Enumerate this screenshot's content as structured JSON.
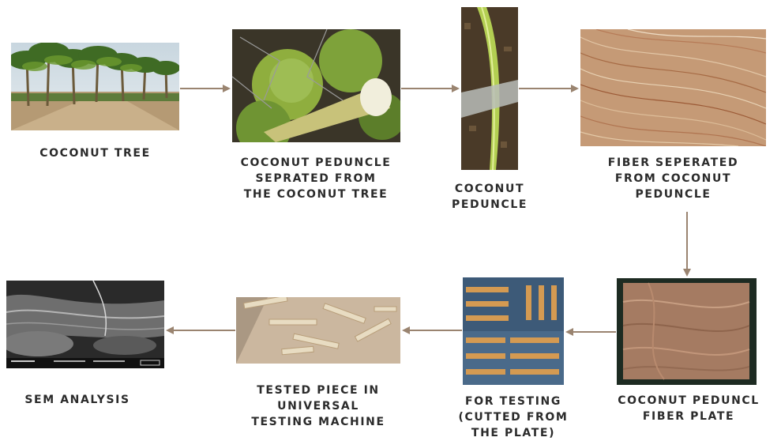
{
  "steps": [
    {
      "id": "coconut-tree",
      "lines": [
        "COCONUT TREE"
      ]
    },
    {
      "id": "peduncle-separated",
      "lines": [
        "COCONUT PEDUNCLE",
        "SEPRATED FROM",
        "THE COCONUT TREE"
      ]
    },
    {
      "id": "coconut-peduncle",
      "lines": [
        "COCONUT",
        "PEDUNCLE"
      ]
    },
    {
      "id": "fiber-separated",
      "lines": [
        "FIBER SEPERATED",
        "FROM COCONUT",
        "PEDUNCLE"
      ]
    },
    {
      "id": "fiber-plate",
      "lines": [
        "COCONUT PEDUNCL",
        "FIBER PLATE"
      ]
    },
    {
      "id": "for-testing",
      "lines": [
        "FOR TESTING",
        "(CUTTED FROM",
        "THE PLATE)"
      ]
    },
    {
      "id": "tested-piece",
      "lines": [
        "TESTED PIECE IN",
        "UNIVERSAL",
        "TESTING MACHINE"
      ]
    },
    {
      "id": "sem-analysis",
      "lines": [
        "SEM ANALYSIS"
      ]
    }
  ],
  "colors": {
    "arrow": "#9a8470",
    "text": "#2b2b2b"
  }
}
